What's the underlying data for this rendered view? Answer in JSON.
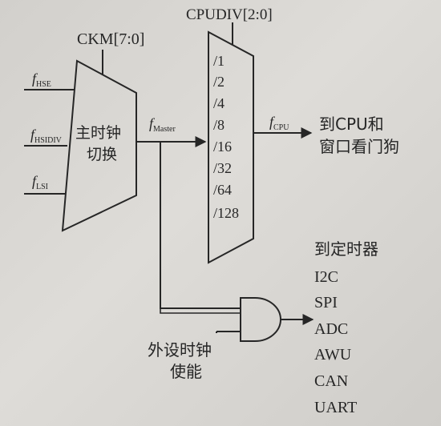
{
  "clock_inputs": [
    {
      "sym": "f",
      "sub": "HSE"
    },
    {
      "sym": "f",
      "sub": "HSIDIV"
    },
    {
      "sym": "f",
      "sub": "LSI"
    }
  ],
  "mux": {
    "select_label": "CKM[7:0]",
    "label_line1": "主时钟",
    "label_line2": "切换"
  },
  "master_clock": {
    "sym": "f",
    "sub": "Master"
  },
  "prescaler": {
    "select_label": "CPUDIV[2:0]",
    "divisors": [
      "/1",
      "/2",
      "/4",
      "/8",
      "/16",
      "/32",
      "/64",
      "/128"
    ]
  },
  "cpu_clock": {
    "sym": "f",
    "sub": "CPU"
  },
  "cpu_destination": {
    "line1": "到CPU和",
    "line2": "窗口看门狗"
  },
  "peripheral_enable": {
    "line1": "外设时钟",
    "line2": "使能"
  },
  "peripherals": {
    "header": "到定时器",
    "items": [
      "I2C",
      "SPI",
      "ADC",
      "AWU",
      "CAN",
      "UART"
    ]
  }
}
